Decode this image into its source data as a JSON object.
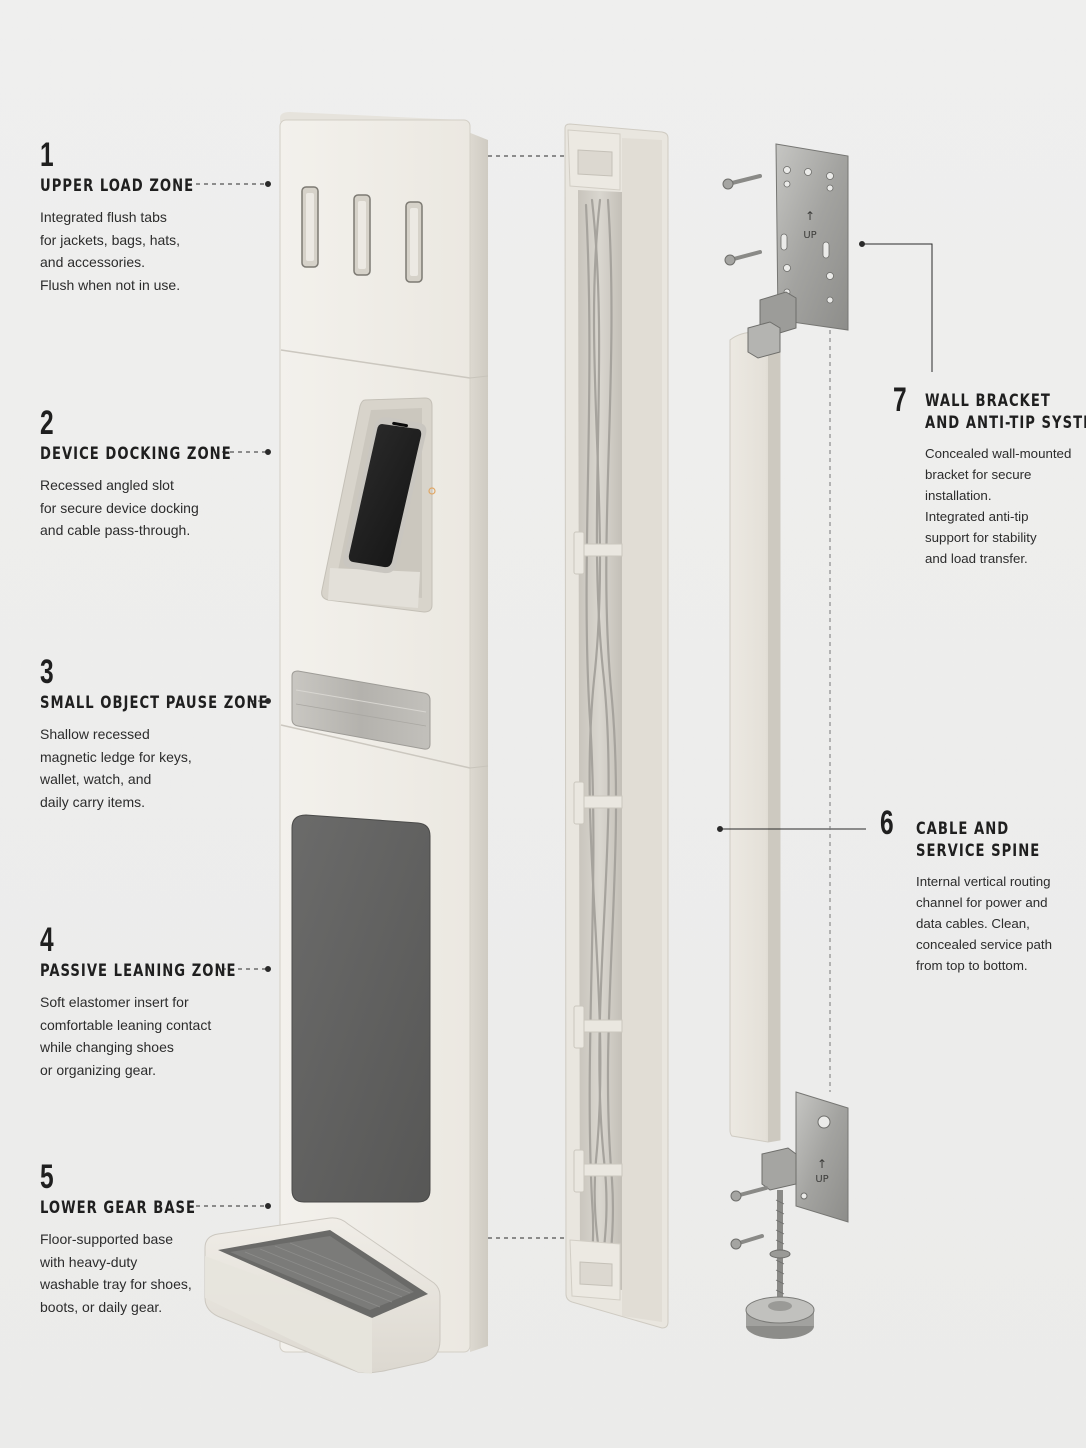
{
  "callouts": [
    {
      "num": "1",
      "title": "UPPER LOAD ZONE",
      "lines": [
        "Integrated flush tabs",
        "for jackets, bags, hats,",
        "and accessories.",
        "Flush when not in use."
      ]
    },
    {
      "num": "2",
      "title": "DEVICE DOCKING ZONE",
      "lines": [
        "Recessed angled slot",
        "for secure device docking",
        "and cable pass-through."
      ]
    },
    {
      "num": "3",
      "title": "SMALL OBJECT PAUSE ZONE",
      "lines": [
        "Shallow recessed",
        "magnetic ledge for keys,",
        "wallet, watch, and",
        "daily carry items."
      ]
    },
    {
      "num": "4",
      "title": "PASSIVE LEANING ZONE",
      "lines": [
        "Soft elastomer insert for",
        "comfortable leaning contact",
        "while changing shoes",
        "or organizing gear."
      ]
    },
    {
      "num": "5",
      "title": "LOWER GEAR BASE",
      "lines": [
        "Floor-supported base",
        "with heavy-duty",
        "washable tray for shoes,",
        "boots, or daily gear."
      ]
    },
    {
      "num": "6",
      "title_lines": [
        "CABLE AND",
        "SERVICE SPINE"
      ],
      "lines": [
        "Internal vertical routing",
        "channel for power and",
        "data cables. Clean,",
        "concealed service path",
        "from top to bottom."
      ]
    },
    {
      "num": "7",
      "title_lines": [
        "WALL BRACKET",
        "AND ANTI-TIP SYSTEM"
      ],
      "lines": [
        "Concealed wall-mounted",
        "bracket for secure",
        "installation.",
        "Integrated anti-tip",
        "support for stability",
        "and load transfer."
      ]
    }
  ],
  "bracket_marks": {
    "top": "UP",
    "bottom": "UP"
  },
  "colors": {
    "panel": "#f1efe9",
    "panel_shade": "#dcd8cf",
    "steel": "#a9a9a6",
    "felt": "#5e5e5e",
    "phone": "#1c1c1c"
  }
}
